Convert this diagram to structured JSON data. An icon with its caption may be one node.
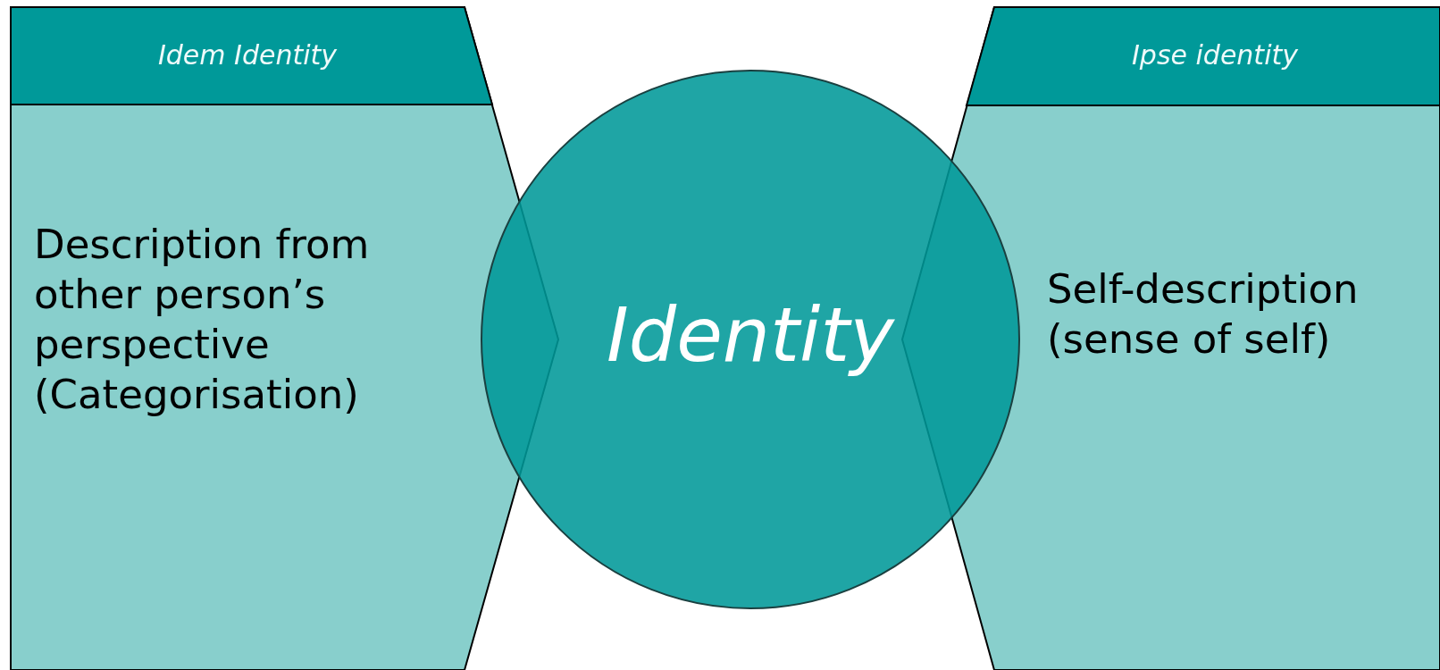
{
  "diagram": {
    "nodes": [
      {
        "text": [
          "Idem Identity",
          "Description from other person’s perspective (Categorisation)"
        ]
      },
      {
        "text": [
          "Identity"
        ]
      },
      {
        "text": [
          "Ipse identity",
          "Self-description (sense of self)"
        ]
      }
    ]
  }
}
